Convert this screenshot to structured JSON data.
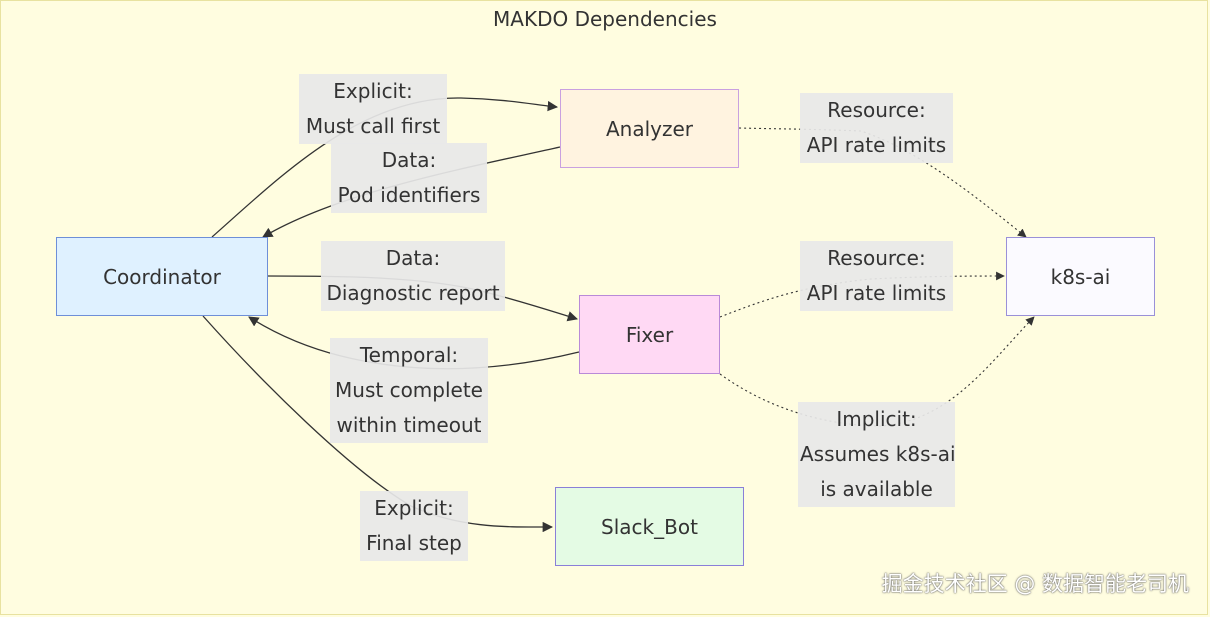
{
  "title": "MAKDO Dependencies",
  "nodes": {
    "coordinator": "Coordinator",
    "analyzer": "Analyzer",
    "fixer": "Fixer",
    "slack_bot": "Slack_Bot",
    "k8s_ai": "k8s-ai"
  },
  "edges": {
    "coordinator_to_analyzer": {
      "type": "Explicit:",
      "desc": "Must call first",
      "style": "solid"
    },
    "analyzer_to_coordinator": {
      "type": "Data:",
      "desc": "Pod identifiers",
      "style": "solid"
    },
    "coordinator_to_fixer": {
      "type": "Data:",
      "desc": "Diagnostic report",
      "style": "solid"
    },
    "fixer_to_coordinator": {
      "type": "Temporal:",
      "desc_1": "Must complete",
      "desc_2": "within timeout",
      "style": "solid"
    },
    "coordinator_to_slack_bot": {
      "type": "Explicit:",
      "desc": "Final step",
      "style": "solid"
    },
    "analyzer_to_k8s_ai": {
      "type": "Resource:",
      "desc": "API rate limits",
      "style": "dotted"
    },
    "fixer_to_k8s_ai_resource": {
      "type": "Resource:",
      "desc": "API rate limits",
      "style": "dotted"
    },
    "fixer_to_k8s_ai_implicit": {
      "type": "Implicit:",
      "desc_1": "Assumes k8s-ai",
      "desc_2": "is available",
      "style": "dotted"
    }
  },
  "colors": {
    "background": "#fffde0",
    "edge": "#333333",
    "label_bg": "#e8e8e8",
    "coordinator_fill": "#dff1ff",
    "analyzer_fill": "#fff3e0",
    "fixer_fill": "#ffd9f4",
    "slack_bot_fill": "#e4fbe4",
    "k8s_ai_fill": "#fbfaff"
  },
  "watermark": "掘金技术社区 @ 数据智能老司机"
}
